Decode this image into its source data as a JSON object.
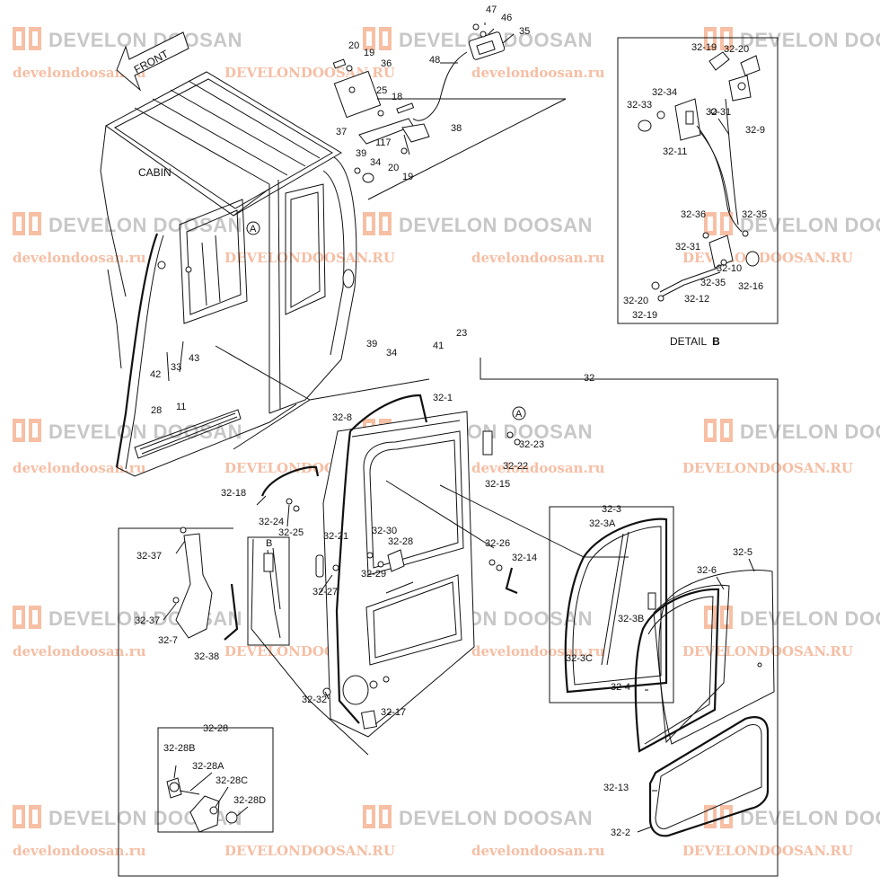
{
  "watermark": {
    "brand": "DEVELON DOOSAN",
    "url_lower": "develondoosan.ru",
    "url_upper": "DEVELONDOOSAN.RU",
    "logo_color": "#f08a5a",
    "brand_color": "#9a9a9a"
  },
  "front_label": "FRONT",
  "cabin_label": "CABIN",
  "detail_b_caption": {
    "prefix": "DETAIL",
    "letter": "B"
  },
  "callouts": {
    "c47": "47",
    "c46": "46",
    "c35": "35",
    "c20a": "20",
    "c19a": "19",
    "c36": "36",
    "c48": "48",
    "c25": "25",
    "c18": "18",
    "c37": "37",
    "c117": "117",
    "c38": "38",
    "c39a": "39",
    "c34a": "34",
    "c20b": "20",
    "c19b": "19",
    "cA1": "A",
    "cA2": "A",
    "cB": "B",
    "c42": "42",
    "c33": "33",
    "c43": "43",
    "c39b": "39",
    "c34b": "34",
    "c41": "41",
    "c23": "23",
    "c28": "28",
    "c11": "11",
    "c32": "32",
    "d3219a": "32-19",
    "d3220a": "32-20",
    "d3234": "32-34",
    "d3233": "32-33",
    "d3231a": "32-31",
    "d329": "32-9",
    "d3211": "32-11",
    "d3236": "32-36",
    "d3235a": "32-35",
    "d3231b": "32-31",
    "d3210": "32-10",
    "d3235b": "32-35",
    "d3216": "32-16",
    "d3220b": "32-20",
    "d3212": "32-12",
    "d3219b": "32-19",
    "m328": "32-8",
    "m321": "32-1",
    "m3223": "32-23",
    "m3222": "32-22",
    "m3215": "32-15",
    "m3218": "32-18",
    "m3224": "32-24",
    "m3225": "32-25",
    "m3237a": "32-37",
    "m3237b": "32-37",
    "m327": "32-7",
    "m3238": "32-38",
    "m3221": "32-21",
    "m3230": "32-30",
    "m3228": "32-28",
    "m3229": "32-29",
    "m3227": "32-27",
    "m3226": "32-26",
    "m3214": "32-14",
    "m3232": "32-32",
    "m3217": "32-17",
    "r323": "32-3",
    "r323a": "32-3A",
    "r323b": "32-3B",
    "r323c": "32-3C",
    "r325": "32-5",
    "r326": "32-6",
    "r324": "32-4",
    "r3213": "32-13",
    "r322": "32-2",
    "s3228": "32-28",
    "s3228b": "32-28B",
    "s3228a": "32-28A",
    "s3228c": "32-28C",
    "s3228d": "32-28D"
  }
}
